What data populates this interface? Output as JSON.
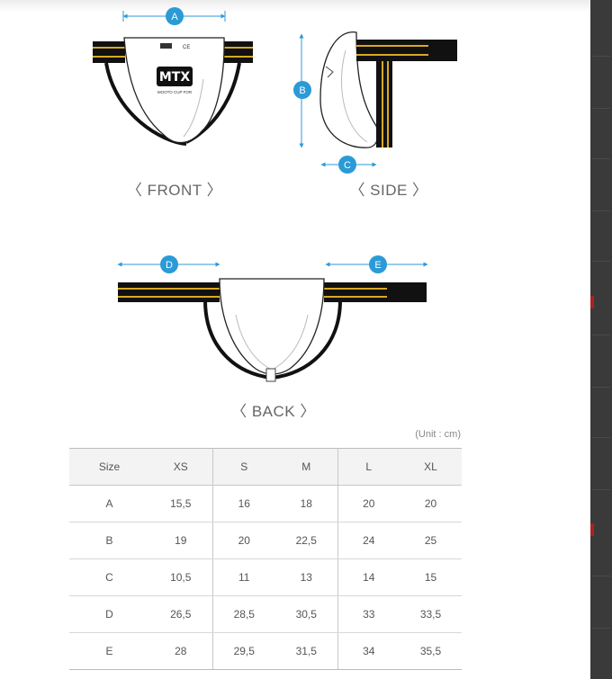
{
  "captions": {
    "front": "〈 FRONT 〉",
    "side": "〈 SIDE 〉",
    "back": "〈 BACK 〉"
  },
  "markers": {
    "a": "A",
    "b": "B",
    "c": "C",
    "d": "D",
    "e": "E"
  },
  "product": {
    "logo": "MTX",
    "logo_sub": "MOOTO CUP FOR",
    "ce_mark": "CE"
  },
  "unit_label": "(Unit : cm)",
  "table": {
    "header": [
      "Size",
      "XS",
      "S",
      "M",
      "L",
      "XL"
    ],
    "rows": [
      [
        "A",
        "15,5",
        "16",
        "18",
        "20",
        "20"
      ],
      [
        "B",
        "19",
        "20",
        "22,5",
        "24",
        "25"
      ],
      [
        "C",
        "10,5",
        "11",
        "13",
        "14",
        "15"
      ],
      [
        "D",
        "26,5",
        "28,5",
        "30,5",
        "33",
        "33,5"
      ],
      [
        "E",
        "28",
        "29,5",
        "31,5",
        "34",
        "35,5"
      ]
    ]
  },
  "colors": {
    "accent": "#2b9ad6",
    "strap": "#111111",
    "stripe": "#d9a826"
  }
}
